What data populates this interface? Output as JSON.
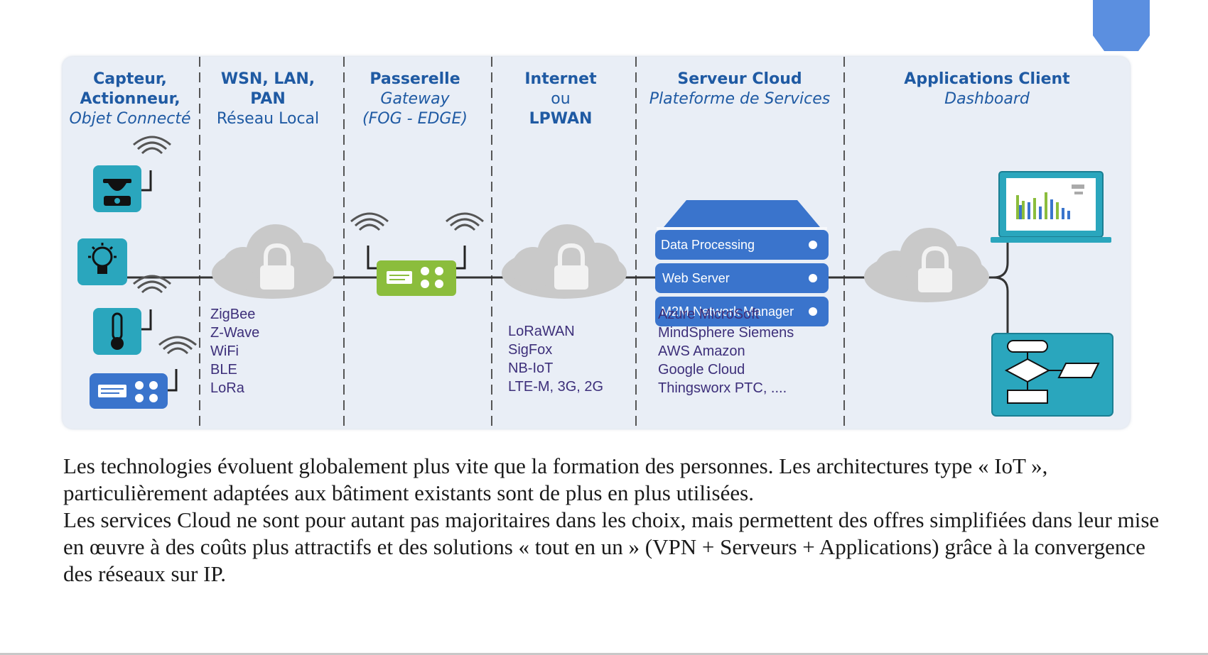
{
  "columns": [
    {
      "line1": "Capteur,",
      "line2": "Actionneur,",
      "line3": "Objet Connecté"
    },
    {
      "line1": "WSN, LAN,",
      "line2": "PAN",
      "line3": "Réseau Local"
    },
    {
      "line1": "Passerelle",
      "line2": "Gateway",
      "line3": "(FOG - EDGE)"
    },
    {
      "line1": "Internet",
      "line2": "ou",
      "line3": "LPWAN"
    },
    {
      "line1": "Serveur Cloud",
      "line2": "Plateforme de Services"
    },
    {
      "line1": "Applications Client",
      "line2": "Dashboard"
    }
  ],
  "lan_protocols": [
    "ZigBee",
    "Z-Wave",
    "WiFi",
    "BLE",
    "LoRa"
  ],
  "lpwan_protocols": [
    "LoRaWAN",
    "SigFox",
    "NB-IoT",
    "LTE-M, 3G, 2G"
  ],
  "server_modules": [
    "Data Processing",
    "Web Server",
    "M2M Network Manager"
  ],
  "cloud_providers": [
    "Azure MicroSoft",
    "MindSphere Siemens",
    "AWS Amazon",
    "Google Cloud",
    "Thingsworx PTC, ...."
  ],
  "description": {
    "paragraph1": "Les technologies évoluent globalement plus vite que la formation des personnes. Les architectures type « IoT », particulièrement adaptées aux bâtiment existants sont de plus en plus utilisées.",
    "paragraph2": "Les services Cloud ne sont pour autant pas majoritaires dans les choix, mais permettent des offres simplifiées dans leur mise en œuvre à des coûts plus attractifs et des solutions « tout en un » (VPN + Serveurs + Applications) grâce à la convergence des réseaux sur IP."
  },
  "icons": [
    "scale-icon",
    "lightbulb-icon",
    "thermometer-icon",
    "device-icon",
    "lock-icon",
    "gateway-icon",
    "server-icon",
    "laptop-chart-icon",
    "flowchart-icon",
    "wifi-icon"
  ],
  "colors": {
    "title_blue": "#1f5aa3",
    "list_purple": "#3d2f7a",
    "device_teal": "#2aa6bd",
    "server_blue": "#3a74cc",
    "gateway_green": "#8bbd3c",
    "cloud_grey": "#c9c9c9",
    "corner_tab": "#5b8fe0"
  }
}
